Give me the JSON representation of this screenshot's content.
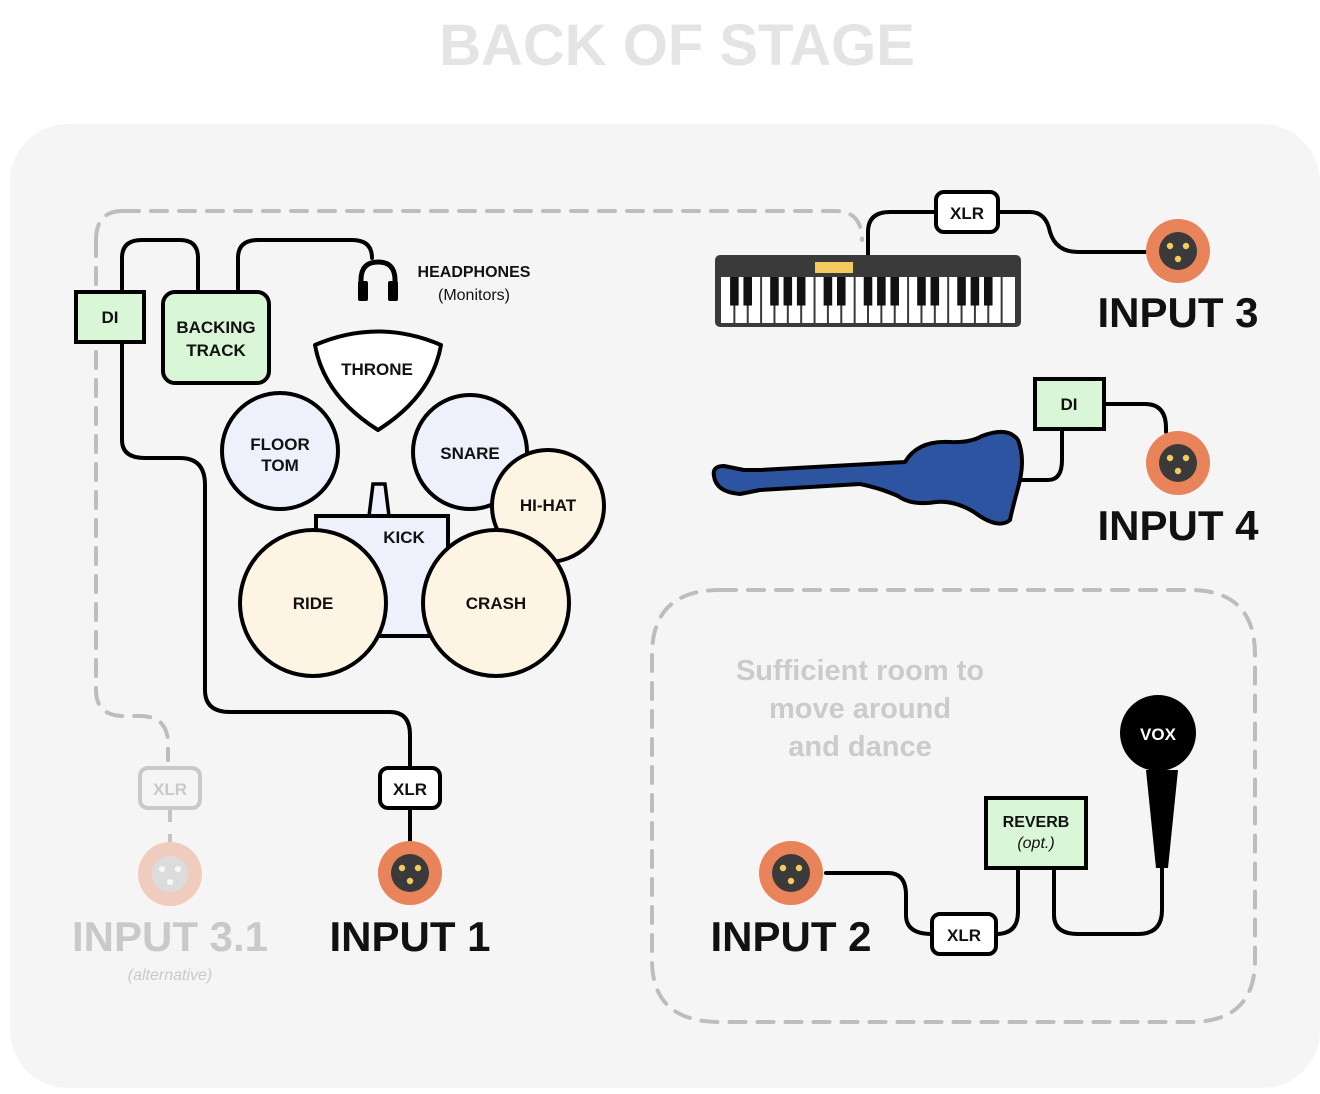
{
  "title": "BACK OF STAGE",
  "headphones": {
    "label": "HEADPHONES",
    "sublabel": "(Monitors)",
    "icon": "headphones-icon"
  },
  "drums": {
    "throne": "THRONE",
    "floor_tom": [
      "FLOOR",
      "TOM"
    ],
    "snare": "SNARE",
    "hihat": "HI-HAT",
    "kick": "KICK",
    "ride": "RIDE",
    "crash": "CRASH"
  },
  "di_box_drums": "DI",
  "backing_track": [
    "BACKING",
    "TRACK"
  ],
  "di_box_bass": "DI",
  "xlr": "XLR",
  "reverb": {
    "label": "REVERB",
    "sublabel": "(opt.)"
  },
  "vox": "VOX",
  "note": [
    "Sufficient room to",
    "move around",
    "and dance"
  ],
  "inputs": {
    "input1": "INPUT 1",
    "input2": "INPUT 2",
    "input3": "INPUT 3",
    "input4": "INPUT 4",
    "input31": "INPUT 3.1",
    "input31_sub": "(alternative)"
  },
  "colors": {
    "background_panel": "#f5f5f5",
    "jack": "#e8835a",
    "jack_pins": "#f4c95d",
    "green_box": "#d9f7d6",
    "drum_blue": "#eef0fc",
    "cymbal_cream": "#fdf4e3",
    "bass_guitar": "#2d54a0",
    "keyboard_body": "#3a3a3a",
    "faded_text": "#c9c9c9"
  }
}
